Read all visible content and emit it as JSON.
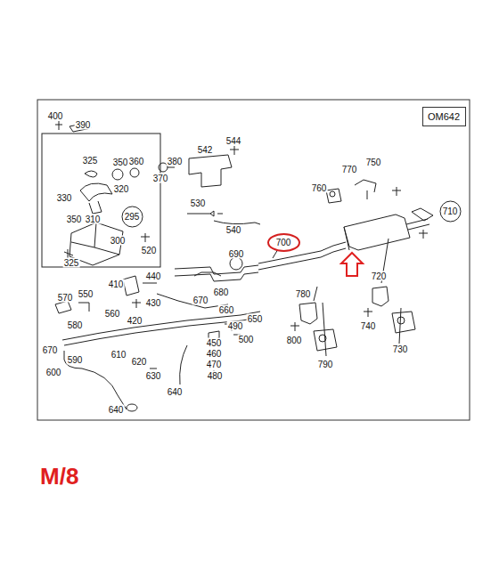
{
  "diagram": {
    "nodes": [
      {
        "text": [
          "OM642"
        ]
      },
      {
        "text": [
          "295"
        ]
      },
      {
        "text": [
          "700"
        ]
      },
      {
        "text": [
          "710"
        ]
      }
    ],
    "labels": [
      "400",
      "390",
      "325",
      "350",
      "360",
      "380",
      "542",
      "544",
      "370",
      "330",
      "320",
      "770",
      "750",
      "760",
      "530",
      "350",
      "310",
      "540",
      "300",
      "520",
      "325",
      "690",
      "410",
      "440",
      "680",
      "720",
      "780",
      "570",
      "550",
      "430",
      "420",
      "670",
      "660",
      "650",
      "560",
      "580",
      "490",
      "500",
      "450",
      "460",
      "470",
      "480",
      "800",
      "740",
      "790",
      "730",
      "670",
      "590",
      "610",
      "620",
      "600",
      "630",
      "640",
      "640",
      "M/8"
    ]
  }
}
